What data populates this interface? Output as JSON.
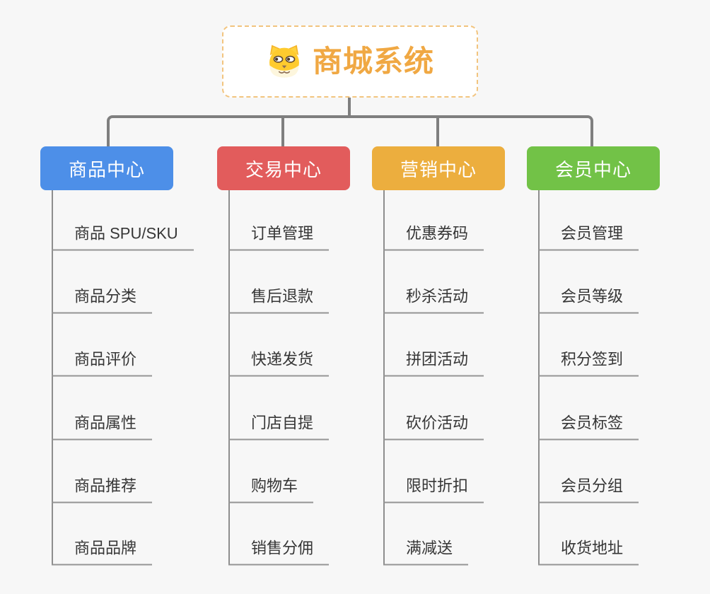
{
  "root": {
    "title": "商城系统",
    "icon": "dog-face-icon",
    "title_color": "#f0a843",
    "border_color": "#f2c47e"
  },
  "connector_color": "#7f7f7f",
  "background_color": "#f7f7f7",
  "branches": [
    {
      "label": "商品中心",
      "color": "#4d8fe8",
      "items": [
        "商品 SPU/SKU",
        "商品分类",
        "商品评价",
        "商品属性",
        "商品推荐",
        "商品品牌"
      ]
    },
    {
      "label": "交易中心",
      "color": "#e25c5c",
      "items": [
        "订单管理",
        "售后退款",
        "快递发货",
        "门店自提",
        "购物车",
        "销售分佣"
      ]
    },
    {
      "label": "营销中心",
      "color": "#ecae3e",
      "items": [
        "优惠券码",
        "秒杀活动",
        "拼团活动",
        "砍价活动",
        "限时折扣",
        "满减送"
      ]
    },
    {
      "label": "会员中心",
      "color": "#72c247",
      "items": [
        "会员管理",
        "会员等级",
        "积分签到",
        "会员标签",
        "会员分组",
        "收货地址"
      ]
    }
  ]
}
